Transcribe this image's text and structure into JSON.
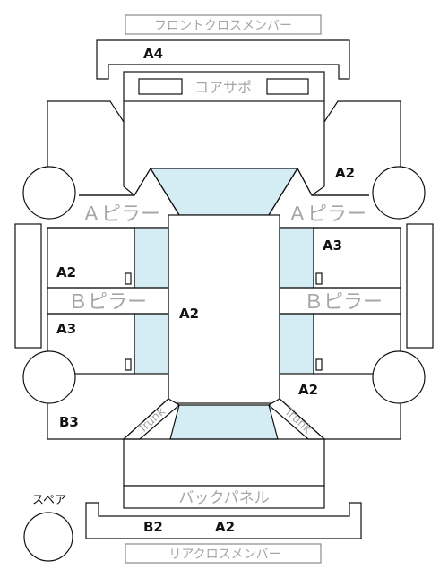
{
  "parts": {
    "front_cross_member": "フロントクロスメンバー",
    "core_support": "コアサポ",
    "a_pillar_left": "Ａピラー",
    "a_pillar_right": "Ａピラー",
    "b_pillar_left": "Ｂピラー",
    "b_pillar_right": "Ｂピラー",
    "trunk_left": "Trunk",
    "trunk_right": "Trunk",
    "back_panel": "バックパネル",
    "rear_cross_member": "リアクロスメンバー",
    "spare": "スペア"
  },
  "grades": {
    "front_cross": "A4",
    "front_right_fender": "A2",
    "right_front_door": "A3",
    "left_front_door": "A2",
    "roof": "A2",
    "left_rear_door": "A3",
    "right_rear_quarter": "A2",
    "left_rear_quarter": "B3",
    "rear_cross_1": "B2",
    "rear_cross_2": "A2"
  }
}
